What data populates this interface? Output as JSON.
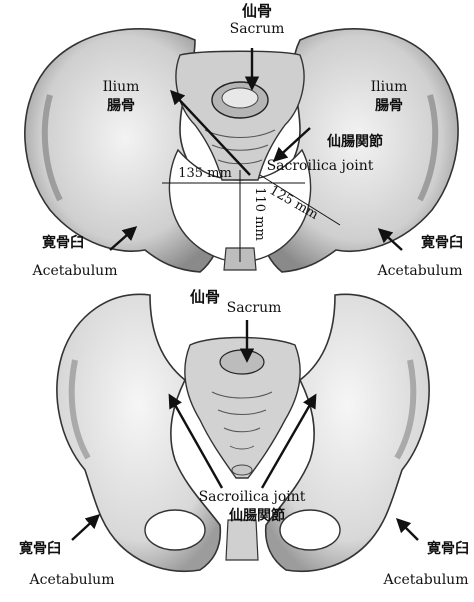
{
  "top_view": {
    "sacrum_jp": "仙骨",
    "sacrum_en": "Sacrum",
    "ilium_left_en": "Ilium",
    "ilium_left_jp": "腸骨",
    "ilium_right_en": "Ilium",
    "ilium_right_jp": "腸骨",
    "si_joint_jp": "仙腸関節",
    "si_joint_en": "Sacroilica joint",
    "measure_transverse": "135 mm",
    "measure_oblique": "125 mm",
    "measure_ap": "110 mm",
    "acetabulum_left_jp": "寛骨臼",
    "acetabulum_left_en": "Acetabulum",
    "acetabulum_right_jp": "寛骨臼",
    "acetabulum_right_en": "Acetabulum"
  },
  "bottom_view": {
    "sacrum_jp": "仙骨",
    "sacrum_en": "Sacrum",
    "si_joint_en": "Sacroilica joint",
    "si_joint_jp": "仙腸関節",
    "acetabulum_left_jp": "寛骨臼",
    "acetabulum_left_en": "Acetabulum",
    "acetabulum_right_jp": "寛骨臼",
    "acetabulum_right_en": "Acetabulum"
  },
  "colors": {
    "bone_fill": "#e6e6e6",
    "bone_shade": "#9a9a9a",
    "bone_dark": "#4a4a4a",
    "line": "#111111",
    "background": "#ffffff"
  }
}
